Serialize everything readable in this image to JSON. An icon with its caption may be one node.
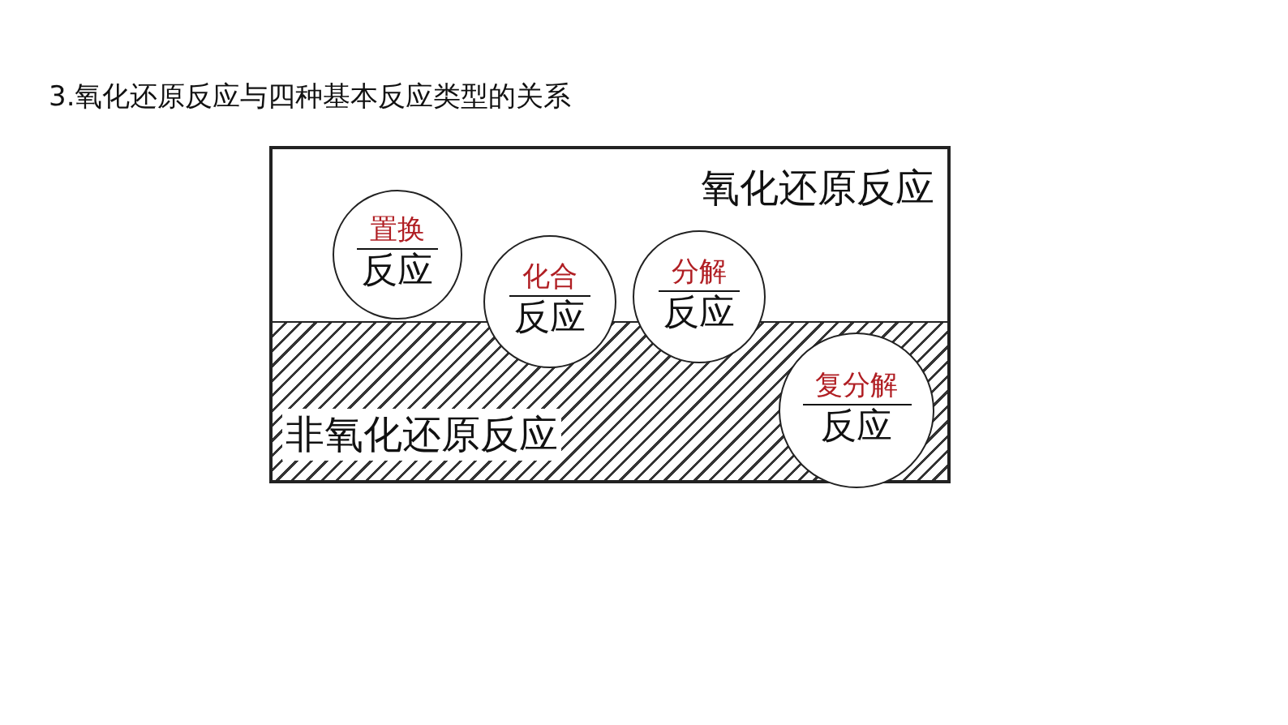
{
  "diagram": {
    "title": "3.氧化还原反应与四种基本反应类型的关系",
    "nodes": [
      {
        "text": [
          "氧化还原反应"
        ]
      },
      {
        "text": [
          "非氧化还原反应"
        ]
      },
      {
        "text": [
          "置换",
          "反应"
        ],
        "in": 0
      },
      {
        "text": [
          "化合",
          "反应"
        ]
      },
      {
        "text": [
          "分解",
          "反应"
        ]
      },
      {
        "text": [
          "复分解",
          "反应"
        ],
        "in": 1
      }
    ]
  }
}
